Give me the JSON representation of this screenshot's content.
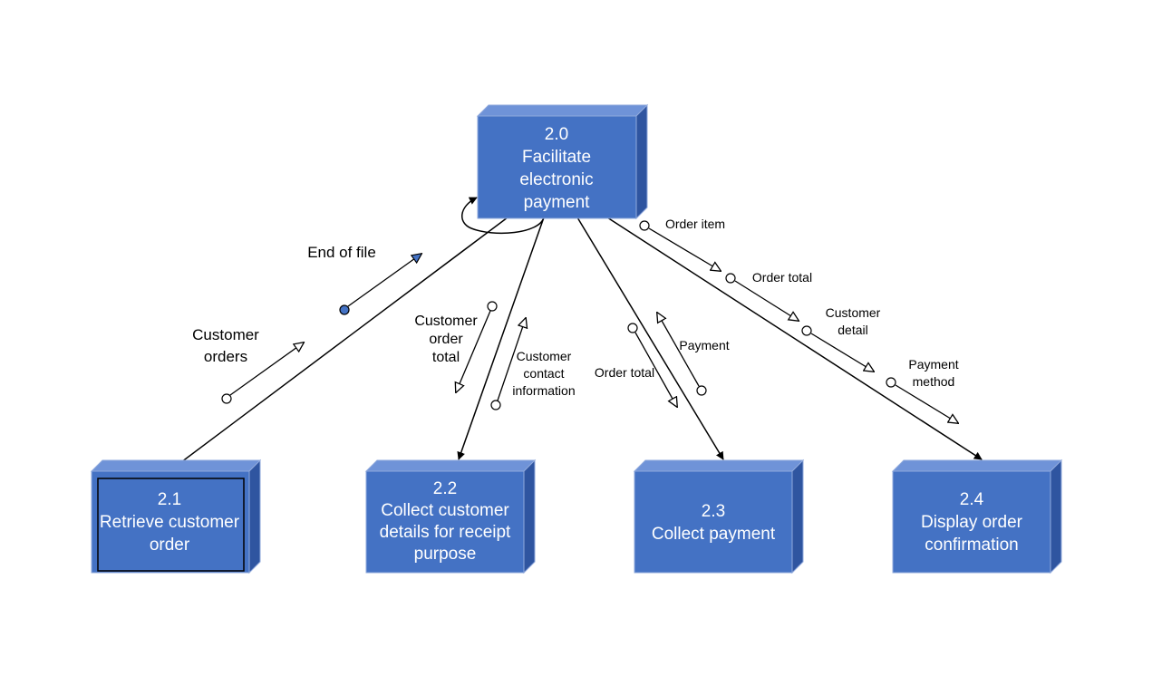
{
  "colors": {
    "box_front": "#4472c4",
    "box_top": "#6f93d8",
    "box_side": "#2f55a0",
    "box_edge": "#8fa9dc",
    "line": "#000000",
    "flag_dot": "#4472c4"
  },
  "boxes": {
    "b20": {
      "lines": [
        "2.0",
        "Facilitate",
        "electronic",
        "payment"
      ]
    },
    "b21": {
      "lines": [
        "2.1",
        "Retrieve customer",
        "order"
      ]
    },
    "b22": {
      "lines": [
        "2.2",
        "Collect customer",
        "details for receipt",
        "purpose"
      ]
    },
    "b23": {
      "lines": [
        "2.3",
        "Collect payment"
      ]
    },
    "b24": {
      "lines": [
        "2.4",
        "Display order",
        "confirmation"
      ]
    }
  },
  "flows": {
    "eof": {
      "lines": [
        "End of file"
      ]
    },
    "cust_orders": {
      "lines": [
        "Customer",
        "orders"
      ]
    },
    "cust_order_total": {
      "lines": [
        "Customer",
        "order",
        "total"
      ]
    },
    "cust_contact": {
      "lines": [
        "Customer",
        "contact",
        "information"
      ]
    },
    "order_total_23": {
      "lines": [
        "Order total"
      ]
    },
    "payment": {
      "lines": [
        "Payment"
      ]
    },
    "order_item": {
      "lines": [
        "Order item"
      ]
    },
    "order_total_24": {
      "lines": [
        "Order total"
      ]
    },
    "cust_detail": {
      "lines": [
        "Customer",
        "detail"
      ]
    },
    "pay_method": {
      "lines": [
        "Payment",
        "method"
      ]
    }
  }
}
